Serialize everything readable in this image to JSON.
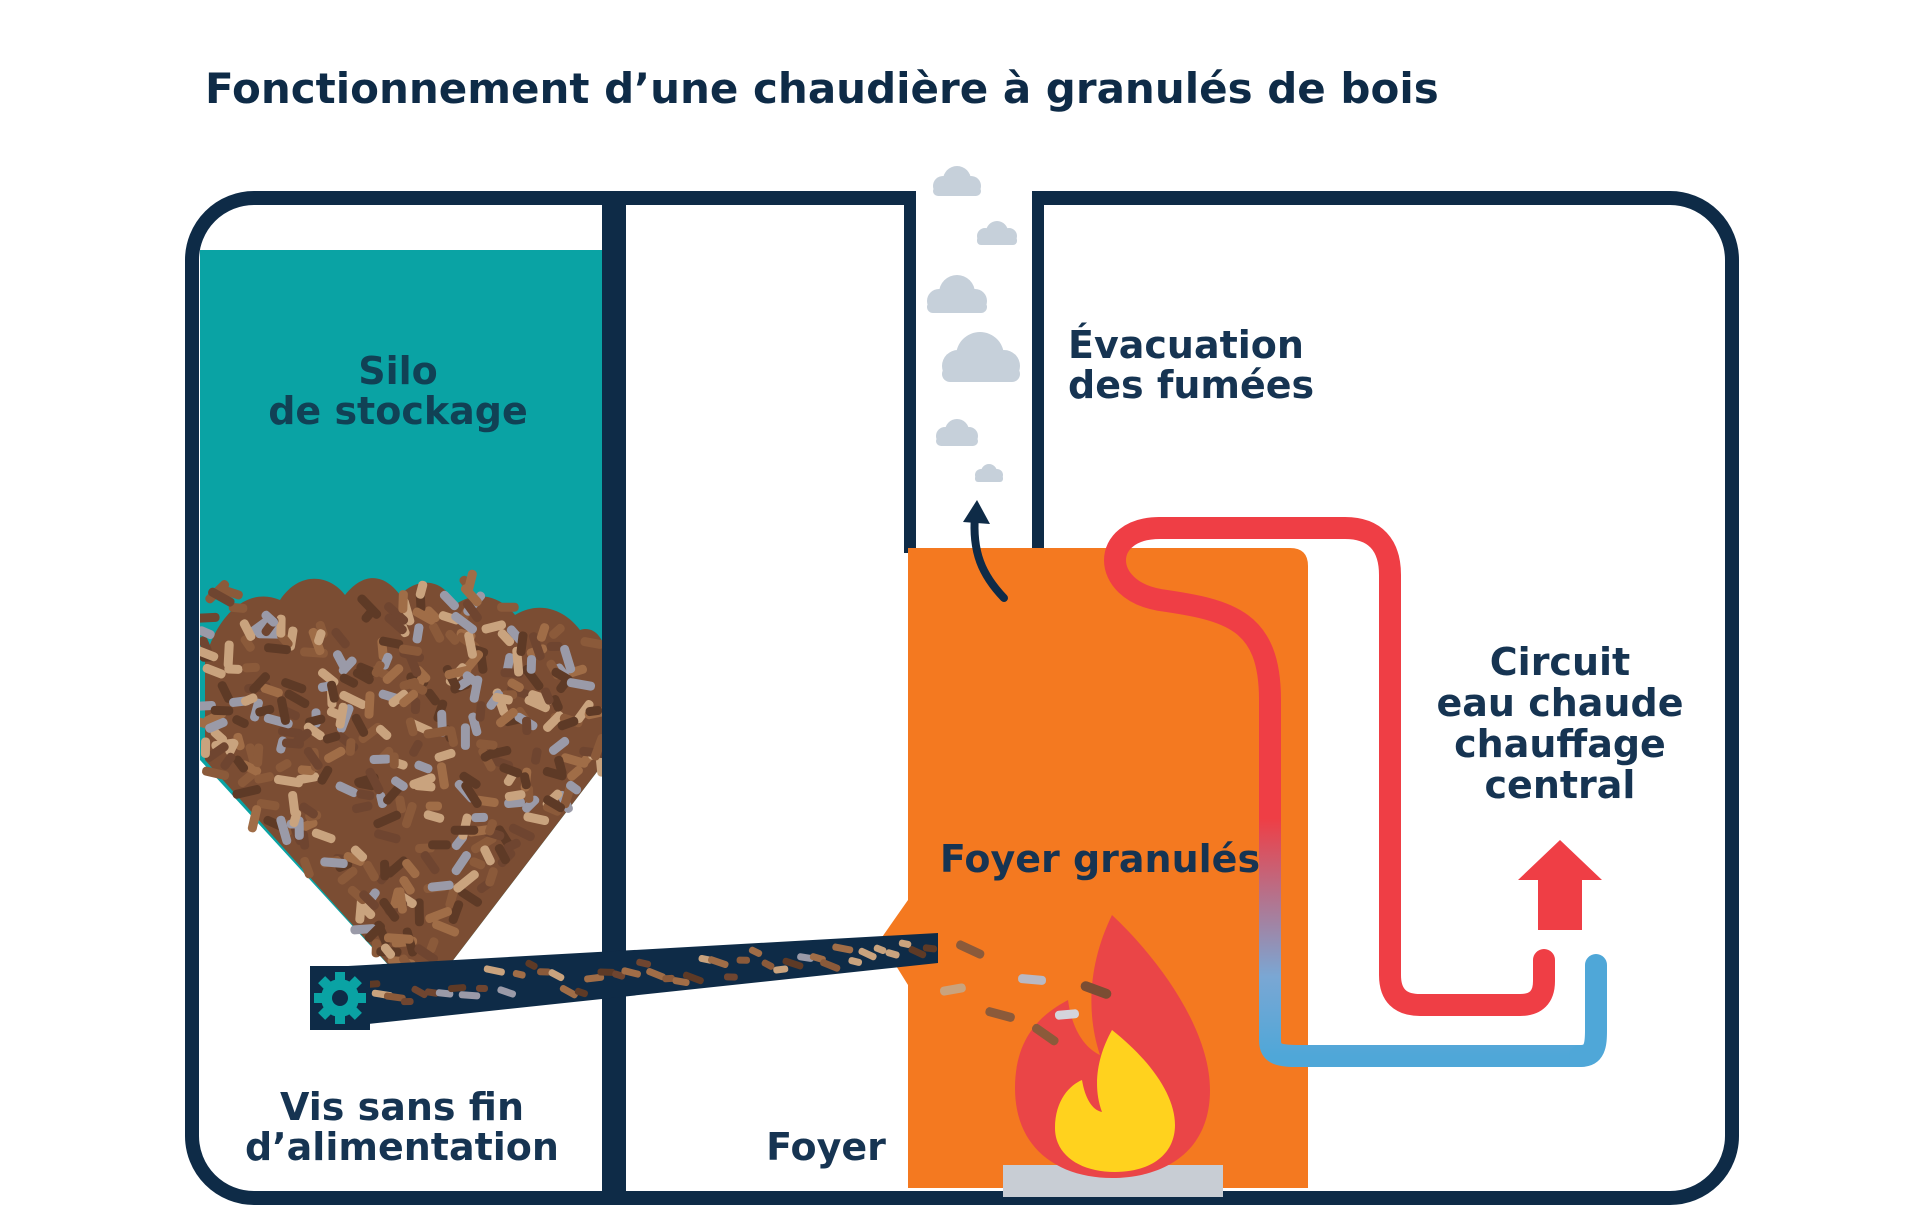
{
  "title": "Fonctionnement d’une chaudière à granulés de bois",
  "labels": {
    "silo": [
      "Silo",
      "de stockage"
    ],
    "evacuation": [
      "Évacuation",
      "des fumées"
    ],
    "circuit": [
      "Circuit",
      "eau chaude",
      "chauffage",
      "central"
    ],
    "foyer_granules": "Foyer granulés",
    "vis": [
      "Vis sans fin",
      "d’alimentation"
    ],
    "foyer": "Foyer"
  },
  "icons": {
    "gear": "gear-icon",
    "flame": "flame-icon",
    "smoke": "smoke-cloud-icon",
    "arrow": "arrow-up-icon"
  },
  "colors": {
    "frame": "#0e2b47",
    "silo": "#0aa3a4",
    "boiler": "#f47920",
    "hot_pipe": "#ef3e45",
    "cold_pipe": "#4fa7d8",
    "flame_outer": "#ea4547",
    "flame_inner": "#ffd21e",
    "smoke": "#c6d0da",
    "pellet": "#8b5a3a"
  }
}
